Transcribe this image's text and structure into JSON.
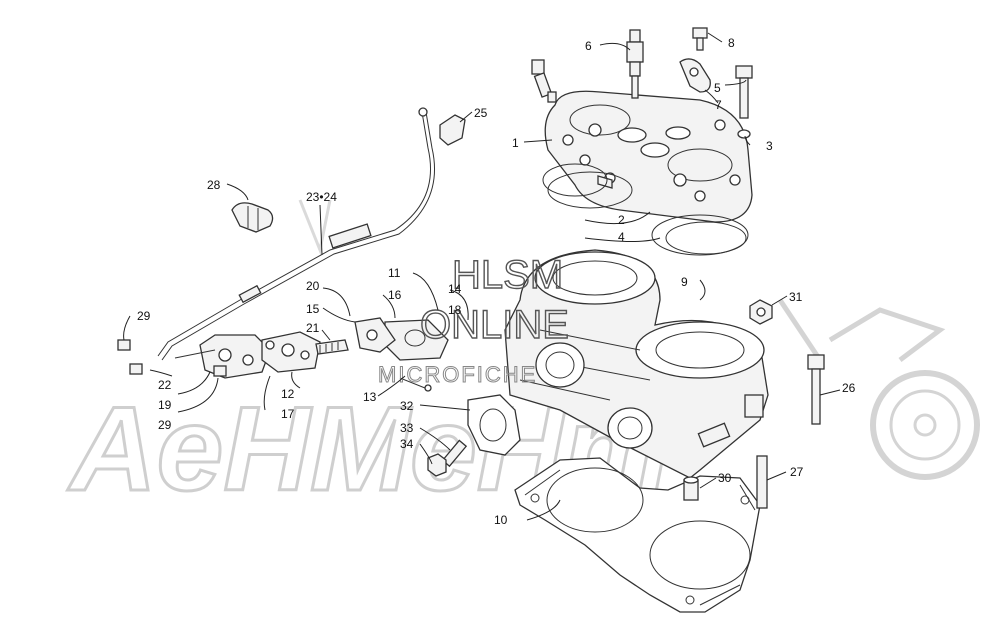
{
  "watermark": {
    "brand_text": "AeHMeHm",
    "hlsm_line1": "HLSM",
    "hlsm_line2": "ONLINE",
    "hlsm_line3": "MICROFICHE"
  },
  "callouts": {
    "c1": "1",
    "c2": "2",
    "c3": "3",
    "c4": "4",
    "c5": "5",
    "c6": "6",
    "c7": "7",
    "c8": "8",
    "c9": "9",
    "c10": "10",
    "c11": "11",
    "c12": "12",
    "c13": "13",
    "c14": "14",
    "c15": "15",
    "c16": "16",
    "c17": "17",
    "c18": "18",
    "c19": "19",
    "c20": "20",
    "c21": "21",
    "c22": "22",
    "c23_24": "23•24",
    "c25": "25",
    "c26": "26",
    "c27": "27",
    "c28": "28",
    "c29a": "29",
    "c29b": "29",
    "c30": "30",
    "c31": "31",
    "c32": "32",
    "c33": "33",
    "c34": "34"
  },
  "icons": {
    "spark_plug": "spark-plug-icon",
    "bolt": "bolt-icon",
    "nut": "nut-icon"
  }
}
